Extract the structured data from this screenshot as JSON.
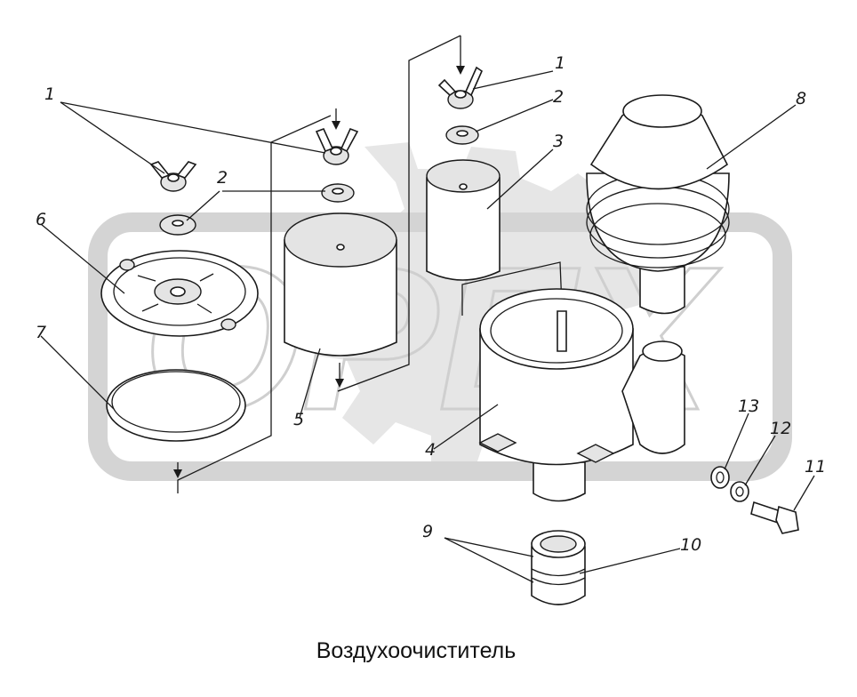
{
  "watermark": "OPEX",
  "caption": "Воздухоочиститель",
  "labels": {
    "l1a": "1",
    "l1b": "1",
    "l2a": "2",
    "l2b": "2",
    "l3": "3",
    "l4": "4",
    "l5": "5",
    "l6": "6",
    "l7": "7",
    "l8": "8",
    "l9": "9",
    "l10": "10",
    "l11": "11",
    "l12": "12",
    "l13": "13"
  },
  "colors": {
    "ink": "#1a1a1a",
    "watermark_fill": "#d9d9d9",
    "shade": "#e4e4e4"
  }
}
